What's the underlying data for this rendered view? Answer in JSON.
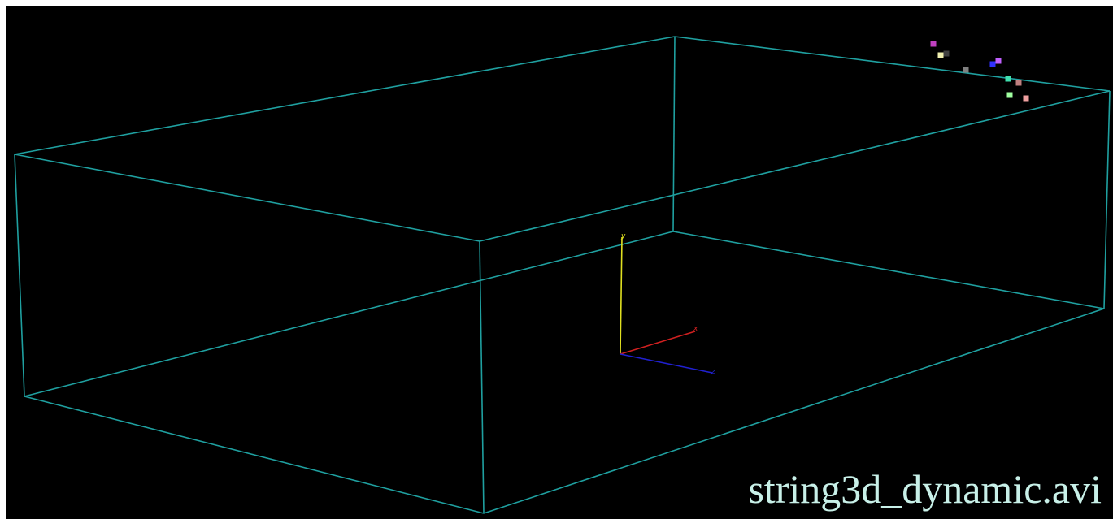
{
  "caption": "string3d_dynamic.avi",
  "colors": {
    "background": "#000000",
    "box_edges": "#1fa0a0",
    "axis_x": "#d02020",
    "axis_y": "#e0e020",
    "axis_z": "#2020d0",
    "caption": "#c8f0e8"
  },
  "axis_labels": {
    "x": "x",
    "y": "y",
    "z": "z"
  },
  "particles": [
    {
      "color": "#c040c0"
    },
    {
      "color": "#f0f0b0"
    },
    {
      "color": "#404040"
    },
    {
      "color": "#808080"
    },
    {
      "color": "#3030ff"
    },
    {
      "color": "#c060ff"
    },
    {
      "color": "#40e0b0"
    },
    {
      "color": "#c08080"
    },
    {
      "color": "#a0ffa0"
    },
    {
      "color": "#f0a0a0"
    }
  ]
}
